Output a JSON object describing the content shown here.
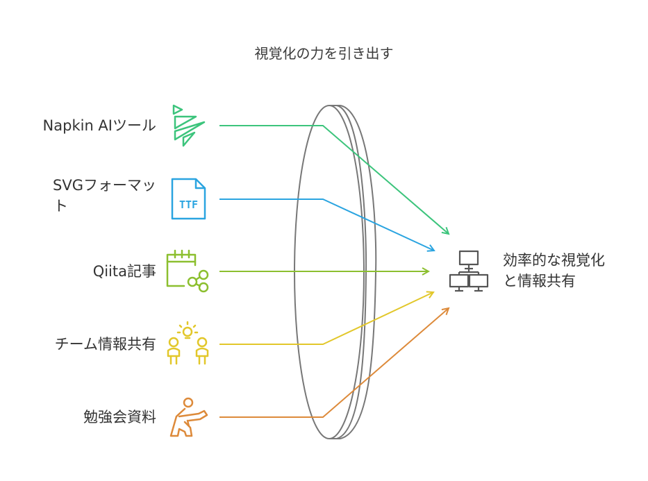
{
  "title": "視覚化の力を引き出す",
  "inputs": [
    {
      "label": "Napkin AIツール",
      "color": "#3cc47c",
      "icon": "napkin-logo-icon"
    },
    {
      "label_line1": "SVGフォーマッ",
      "label_line2": "ト",
      "color": "#2aa4e0",
      "icon": "ttf-file-icon",
      "icon_text": "TTF"
    },
    {
      "label": "Qiita記事",
      "color": "#8cbf2f",
      "icon": "calendar-share-icon"
    },
    {
      "label": "チーム情報共有",
      "color": "#e2c72a",
      "icon": "team-lightbulb-icon"
    },
    {
      "label": "勉強会資料",
      "color": "#dd8a3a",
      "icon": "presenter-icon"
    }
  ],
  "lens": {
    "stroke": "#777777"
  },
  "outcome": {
    "line1": "効率的な視覚化",
    "line2": "と情報共有",
    "icon": "network-computers-icon",
    "color": "#555555"
  }
}
